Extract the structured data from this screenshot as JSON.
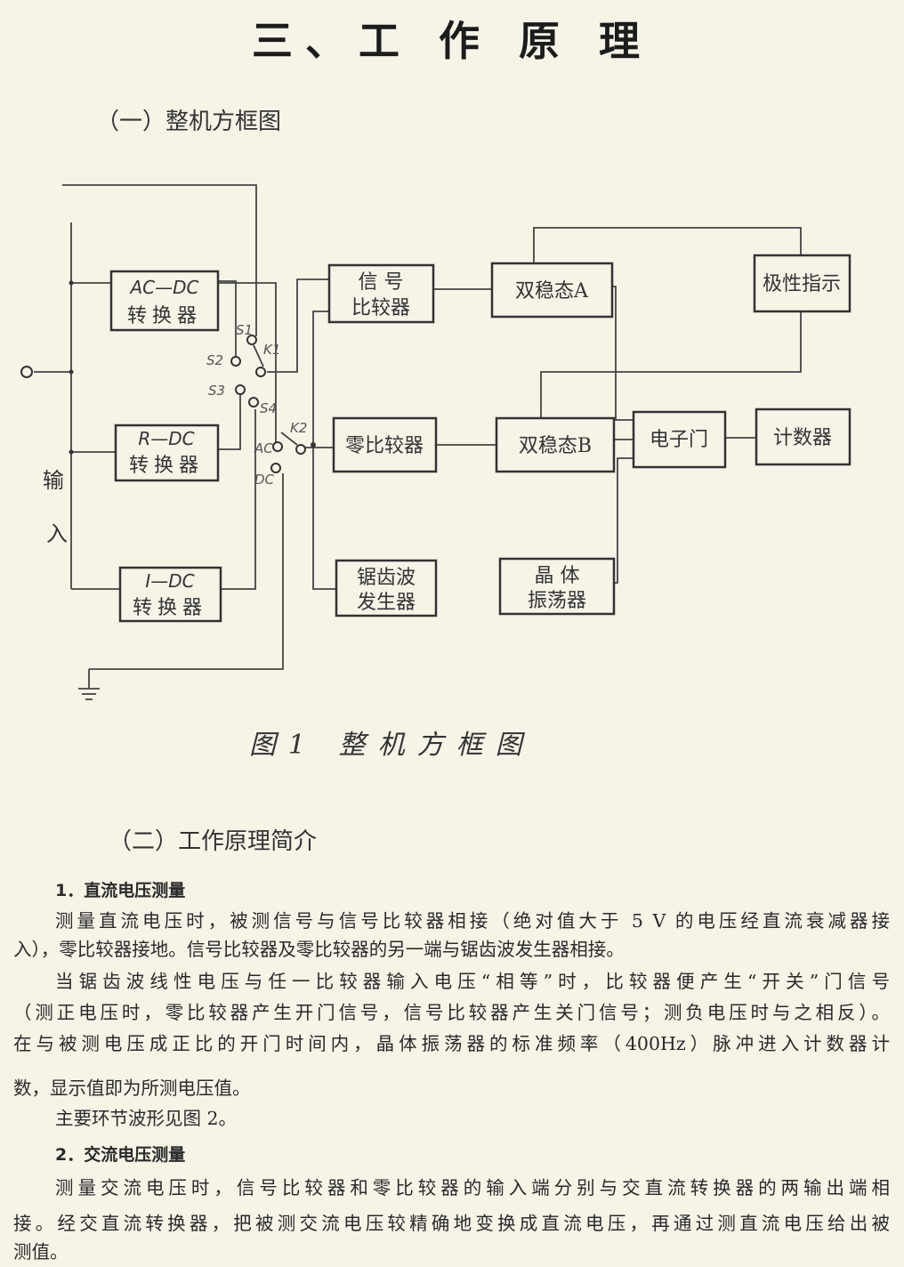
{
  "title": "三、工 作 原 理",
  "section1": "（一）整机方框图",
  "diagram": {
    "input_label": "输入",
    "blocks": {
      "ac_dc": [
        "AC—DC",
        "转换器"
      ],
      "r_dc": [
        "R—DC",
        "转换器"
      ],
      "i_dc": [
        "I—DC",
        "转换器"
      ],
      "signal_comp": [
        "信 号",
        "比较器"
      ],
      "zero_comp": "零比较器",
      "sawtooth": [
        "锯齿波",
        "发生器"
      ],
      "bistable_a": "双稳态A",
      "bistable_b": "双稳态B",
      "crystal": [
        "晶 体",
        "振荡器"
      ],
      "polarity": "极性指示",
      "gate": "电子门",
      "counter": "计数器"
    },
    "switches": {
      "s1": "S1",
      "s2": "S2",
      "s3": "S3",
      "s4": "S4",
      "k1": "K1",
      "k2": "K2",
      "ac": "AC",
      "dc": "DC"
    },
    "caption": "图1 整机方框图"
  },
  "section2": "（二）工作原理简介",
  "paragraphs": [
    "1．直流电压测量",
    "测量直流电压时，被测信号与信号比较器相接（绝对值大于 5 V 的电压经直流衰减器接",
    "入），零比较器接地。信号比较器及零比较器的另一端与锯齿波发生器相接。",
    "当锯齿波线性电压与任一比较器输入电压“相等”时，比较器便产生“开关”门信号",
    "（测正电压时，零比较器产生开门信号，信号比较器产生关门信号；测负电压时与之相反）。",
    "在与被测电压成正比的开门时间内，晶体振荡器的标准频率（400Hz）脉冲进入计数器计",
    "数，显示值即为所测电压值。",
    "主要环节波形见图 2。",
    "2．交流电压测量",
    "测量交流电压时，信号比较器和零比较器的输入端分别与交直流转换器的两输出端相",
    "接。经交直流转换器，把被测交流电压较精确地变换成直流电压，再通过测直流电压给出被",
    "测值。"
  ]
}
